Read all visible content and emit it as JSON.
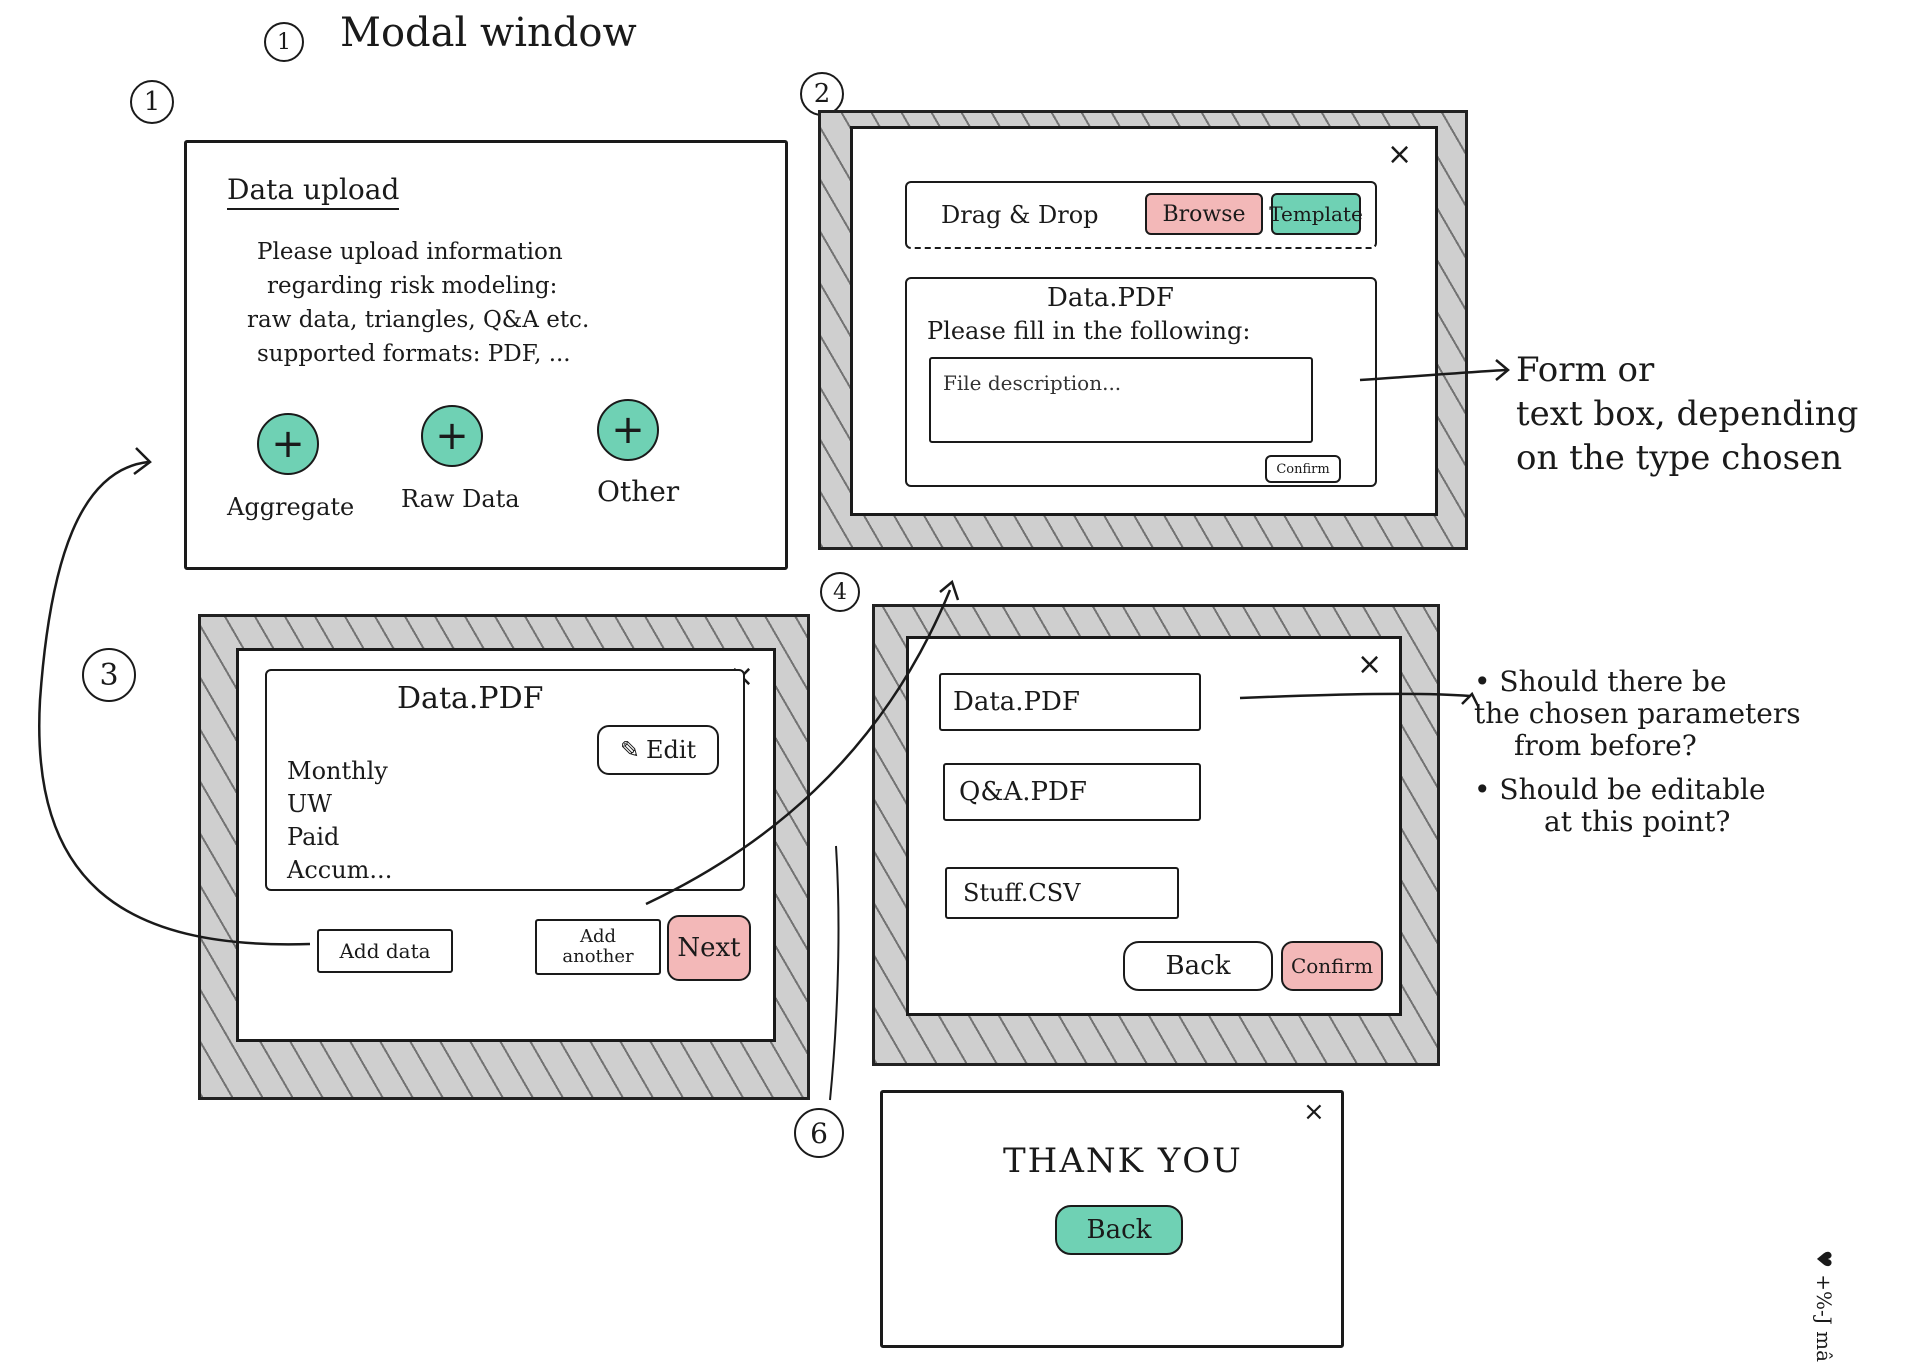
{
  "page": {
    "title_number": "1",
    "title": "Modal window"
  },
  "step1": {
    "number": "1",
    "heading": "Data upload",
    "body_lines": [
      "Please upload information",
      "regarding risk modeling:",
      "raw data, triangles, Q&A etc.",
      "supported formats: PDF, ..."
    ],
    "options": [
      {
        "icon": "+",
        "label": "Aggregate"
      },
      {
        "icon": "+",
        "label": "Raw Data"
      },
      {
        "icon": "+",
        "label": "Other"
      }
    ]
  },
  "step2": {
    "number": "2",
    "close": "×",
    "drag_drop": "Drag & Drop",
    "browse": "Browse",
    "template": "Template",
    "file_name": "Data.PDF",
    "prompt": "Please fill in the following:",
    "input_placeholder": "File description...",
    "confirm": "Confirm",
    "annotation": [
      "Form or",
      "text box, depending",
      "on the type chosen"
    ]
  },
  "step3": {
    "number": "3",
    "close": "×",
    "file_name": "Data.PDF",
    "edit": "Edit",
    "fields": [
      "Monthly",
      "UW",
      "Paid",
      "Accum..."
    ],
    "add_data": "Add data",
    "add_another_line1": "Add",
    "add_another_line2": "another",
    "next": "Next"
  },
  "step4": {
    "number": "4",
    "close": "×",
    "files": [
      "Data.PDF",
      "Q&A.PDF",
      "Stuff.CSV"
    ],
    "back": "Back",
    "confirm": "Confirm",
    "notes": [
      [
        "Should there be",
        "the chosen parameters",
        "from before?"
      ],
      [
        "Should be editable",
        "at this point?"
      ]
    ]
  },
  "step6": {
    "number": "6",
    "close": "×",
    "message": "THANK YOU",
    "back": "Back"
  },
  "signature": "♥ +%-J mâ"
}
